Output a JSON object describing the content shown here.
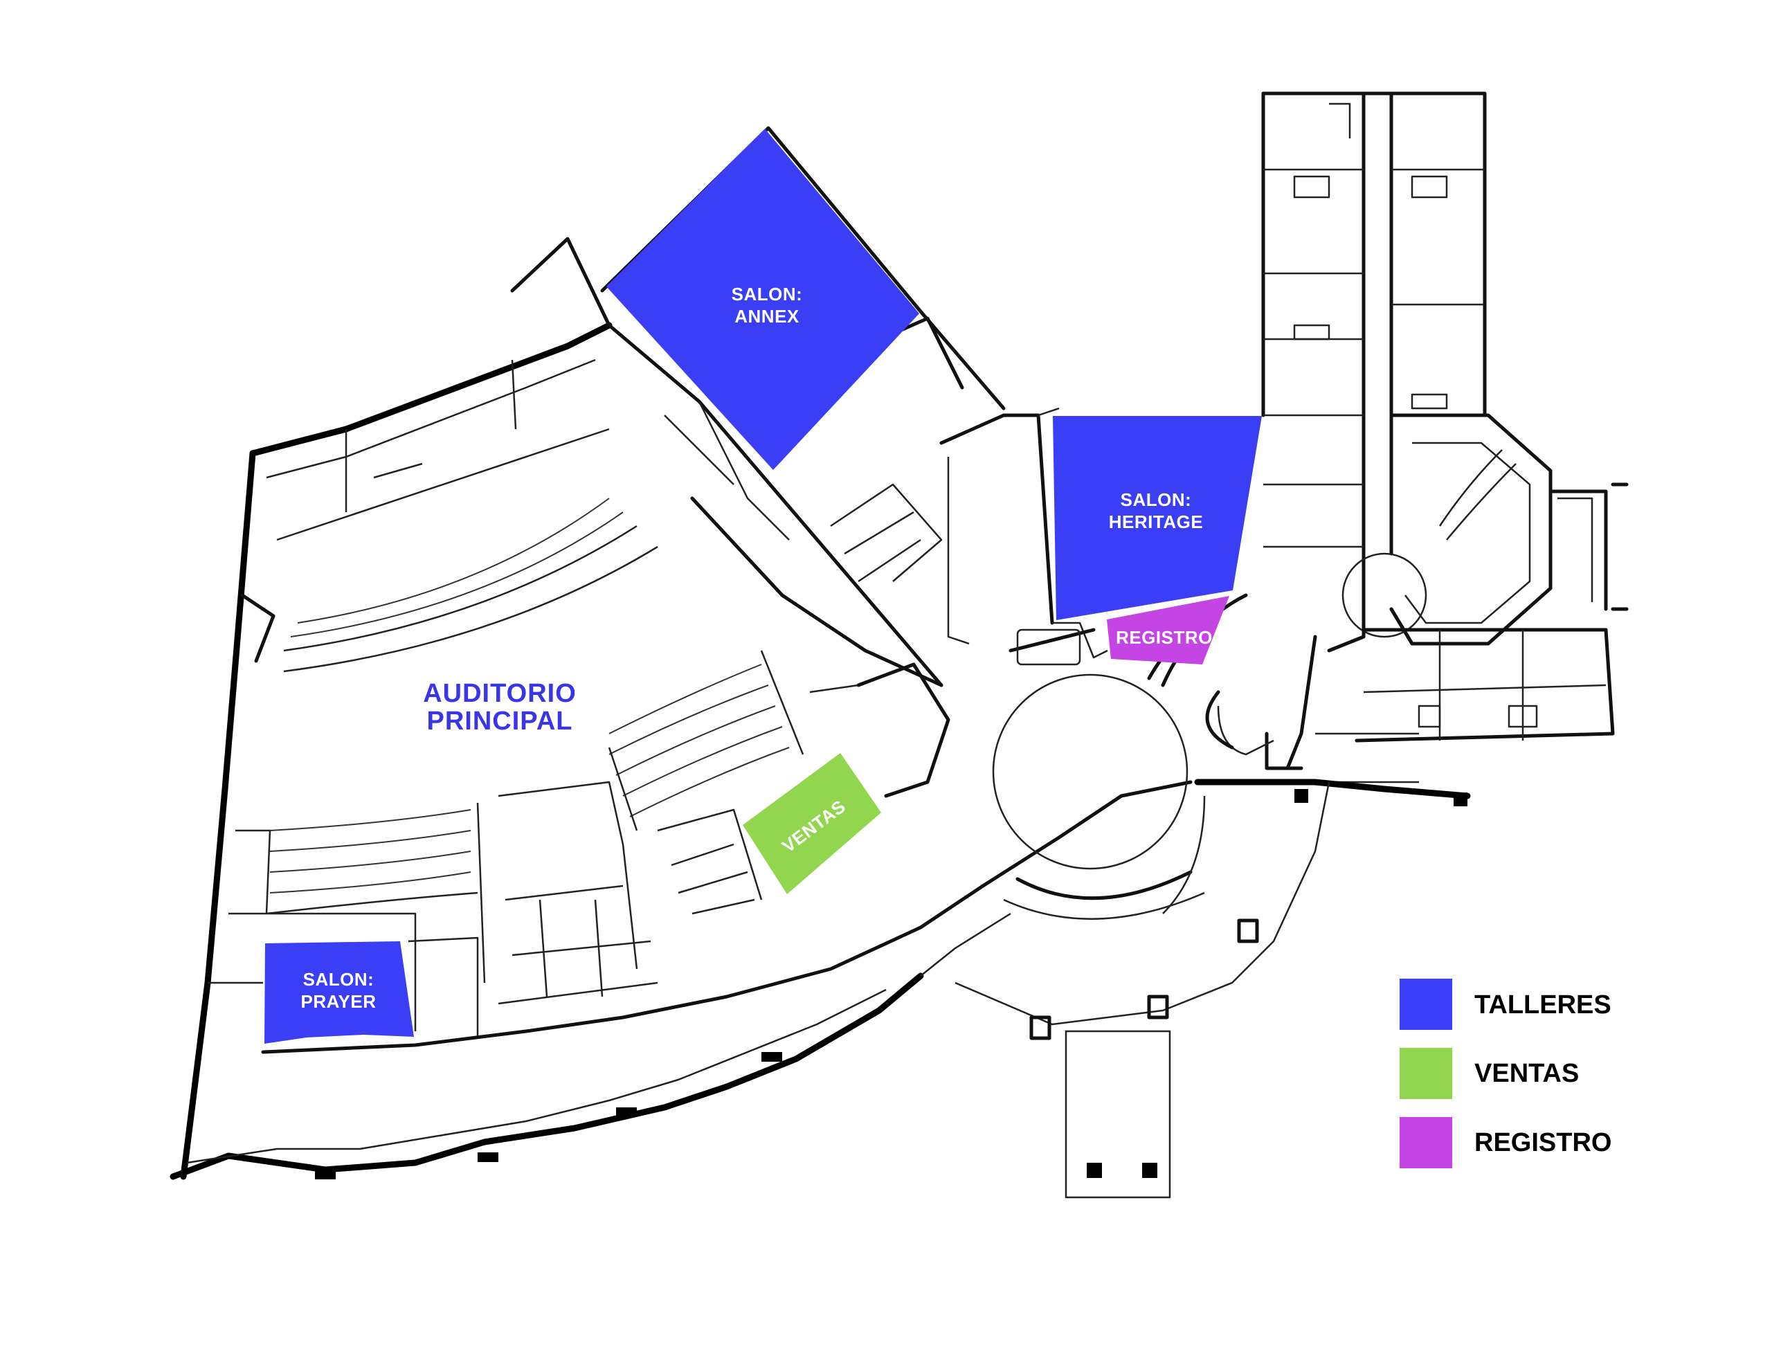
{
  "colors": {
    "talleres": "#3a3ef5",
    "ventas": "#92d64f",
    "registro": "#c444e4",
    "auditorium_label": "#3a36e8"
  },
  "rooms": {
    "annex": {
      "line1": "SALON:",
      "line2": "ANNEX",
      "category": "talleres"
    },
    "heritage": {
      "line1": "SALON:",
      "line2": "HERITAGE",
      "category": "talleres"
    },
    "prayer": {
      "line1": "SALON:",
      "line2": "PRAYER",
      "category": "talleres"
    },
    "ventas": {
      "label": "VENTAS",
      "category": "ventas"
    },
    "registro": {
      "label": "REGISTRO",
      "category": "registro"
    }
  },
  "auditorium": {
    "line1": "AUDITORIO",
    "line2": "PRINCIPAL"
  },
  "legend": [
    {
      "label": "TALLERES",
      "color": "#3a3ef5"
    },
    {
      "label": "VENTAS",
      "color": "#92d64f"
    },
    {
      "label": "REGISTRO",
      "color": "#c444e4"
    }
  ]
}
